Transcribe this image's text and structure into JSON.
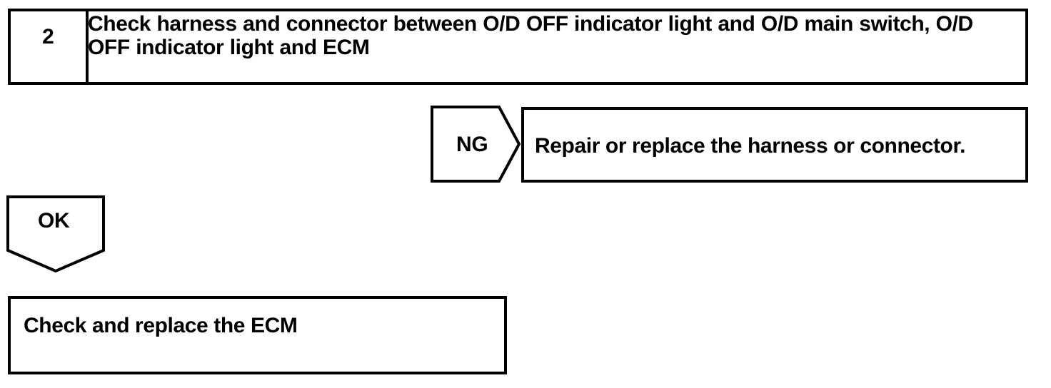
{
  "document": {
    "type": "troubleshooting-flowchart",
    "ink_color": "#000000",
    "paper_color": "#ffffff"
  },
  "step": {
    "number": "2",
    "instruction": "Check harness and connector between O/D OFF indicator light and O/D main switch, O/D OFF indicator light and ECM"
  },
  "branches": {
    "ng": {
      "label": "NG",
      "result_text": "Repair or replace the harness or connector."
    },
    "ok": {
      "label": "OK",
      "result_text": "Check and replace the ECM"
    }
  }
}
